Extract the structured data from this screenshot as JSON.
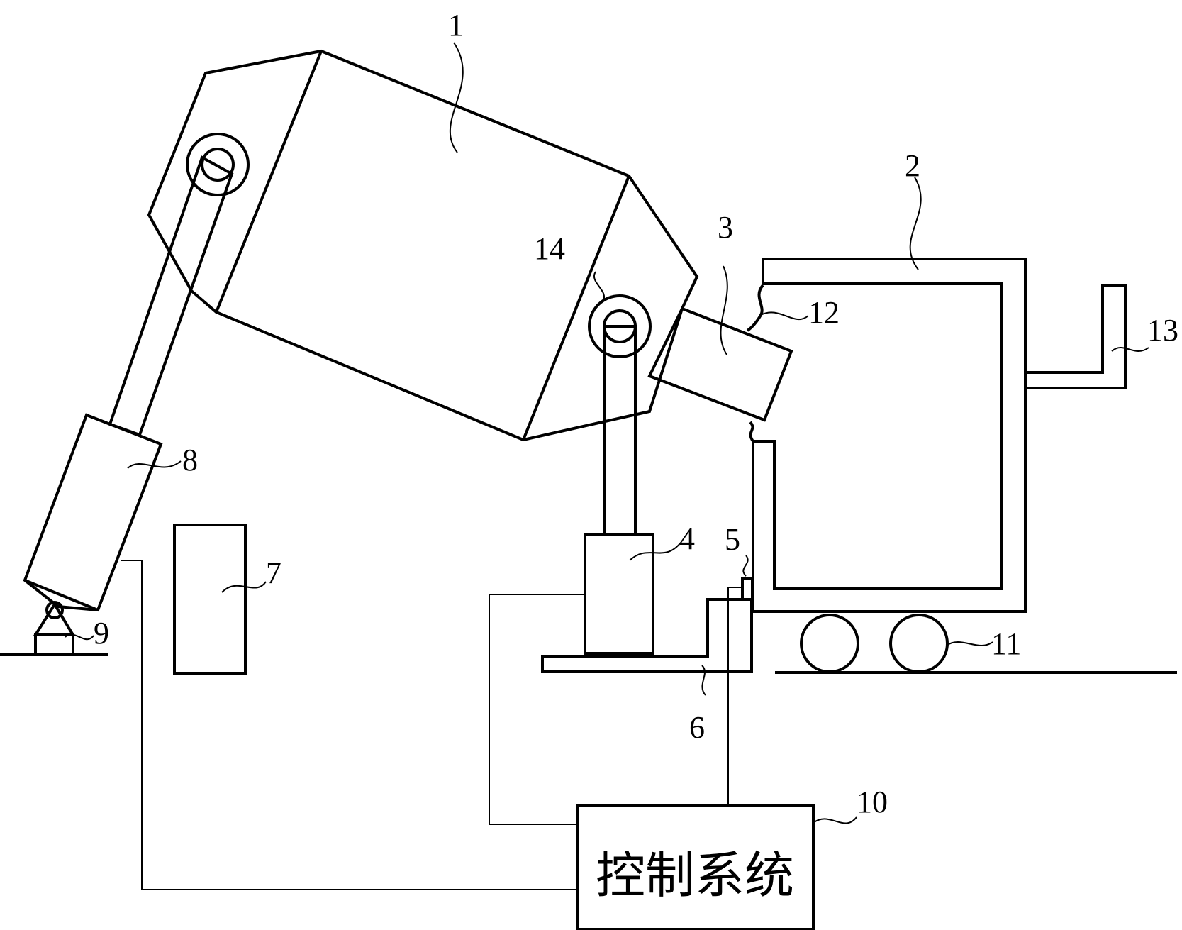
{
  "labels": {
    "l1": "1",
    "l2": "2",
    "l3": "3",
    "l4": "4",
    "l5": "5",
    "l6": "6",
    "l7": "7",
    "l8": "8",
    "l9": "9",
    "l10": "10",
    "l11": "11",
    "l12": "12",
    "l13": "13",
    "l14": "14"
  },
  "control_box": {
    "text": "控制系统"
  }
}
